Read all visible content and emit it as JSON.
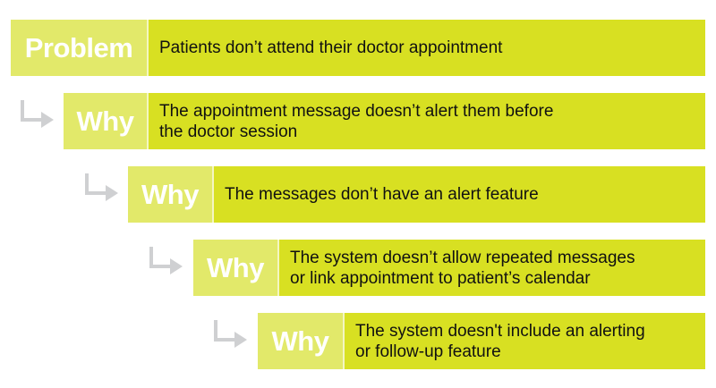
{
  "colors": {
    "label_bg": "#e2e96a",
    "text_bg": "#d8e022",
    "arrow": "#cfd0d2"
  },
  "rows": [
    {
      "label": "Problem",
      "text": "Patients don’t attend their doctor appointment"
    },
    {
      "label": "Why",
      "text_line1": "The appointment message doesn’t alert them before",
      "text_line2": "the doctor session"
    },
    {
      "label": "Why",
      "text": "The messages don’t have an alert feature"
    },
    {
      "label": "Why",
      "text_line1": "The system doesn’t allow repeated messages",
      "text_line2": "or link appointment to patient’s calendar"
    },
    {
      "label": "Why",
      "text_line1": "The system doesn't include an alerting",
      "text_line2": "or follow-up feature"
    }
  ]
}
